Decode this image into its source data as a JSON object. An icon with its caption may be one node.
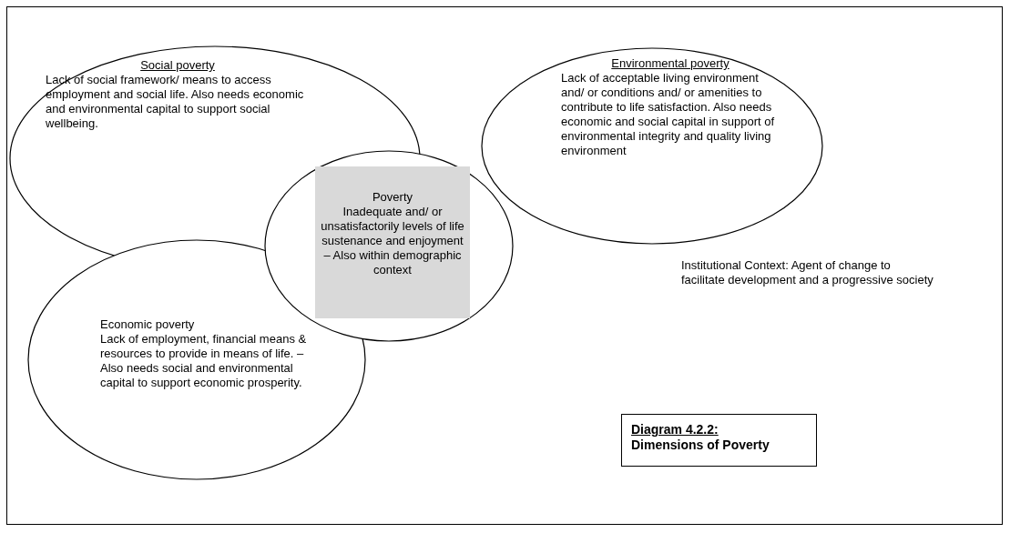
{
  "diagram": {
    "nodes": [
      {
        "text": [
          "Social poverty",
          "Lack of social framework/ means to access employment and social life. Also needs economic and environmental capital to support social wellbeing."
        ]
      },
      {
        "text": [
          "Environmental poverty",
          "Lack of acceptable living environment and/ or conditions and/ or amenities to contribute to life satisfaction. Also needs economic and social capital in support of environmental integrity and quality living environment"
        ]
      },
      {
        "text": [
          "Economic poverty",
          "Lack of employment, financial means & resources to provide in means of life. – Also needs social and environmental capital to support economic prosperity."
        ]
      },
      {
        "text": [
          "Poverty",
          "Inadequate and/ or unsatisfactorily levels of life sustenance and enjoyment – Also within demographic context"
        ]
      },
      {
        "text": [
          "Diagram 4.2.2:",
          "Dimensions of Poverty"
        ]
      }
    ],
    "labels": [
      "Institutional Context: Agent of change to facilitate development and a progressive society"
    ]
  }
}
